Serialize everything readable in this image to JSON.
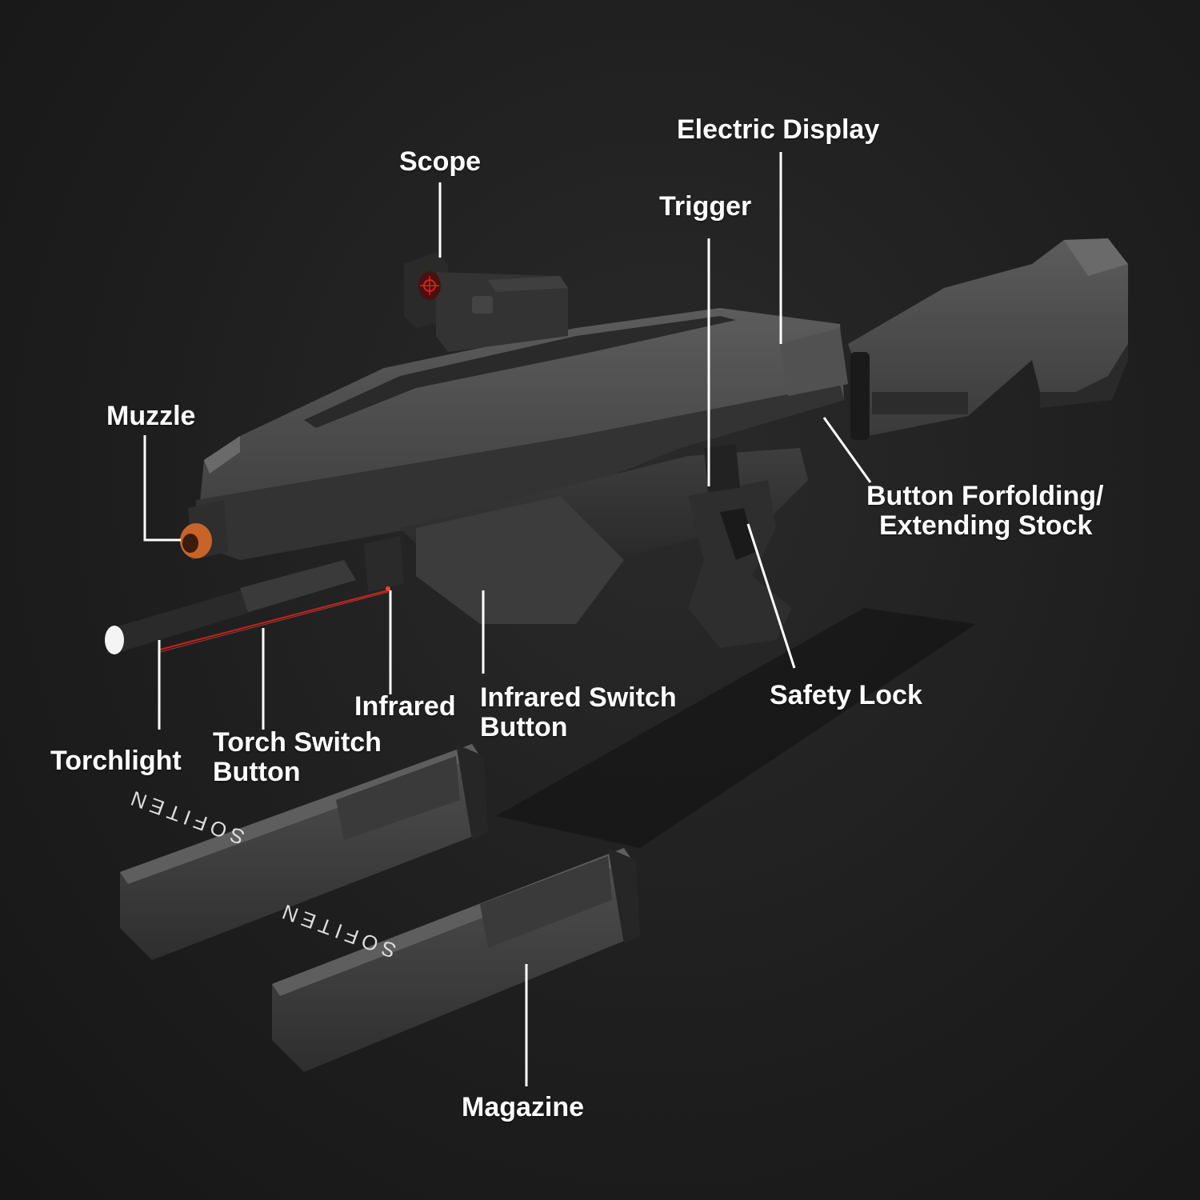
{
  "labels": {
    "electric_display": "Electric Display",
    "scope": "Scope",
    "trigger": "Trigger",
    "muzzle": "Muzzle",
    "stock_button_line1": "Button Forfolding/",
    "stock_button_line2": "Extending Stock",
    "infrared": "Infrared",
    "infrared_switch_line1": "Infrared Switch",
    "infrared_switch_line2": "Button",
    "safety_lock": "Safety Lock",
    "torchlight": "Torchlight",
    "torch_switch_line1": "Torch Switch",
    "torch_switch_line2": "Button",
    "magazine": "Magazine"
  },
  "brand": {
    "magazine_logo": "SOFITEN"
  },
  "colors": {
    "background": "#1c1c1c",
    "body": "#4a4a4a",
    "muzzle_tip": "#c8642a",
    "laser": "#e0201a",
    "label_text": "#ffffff"
  }
}
